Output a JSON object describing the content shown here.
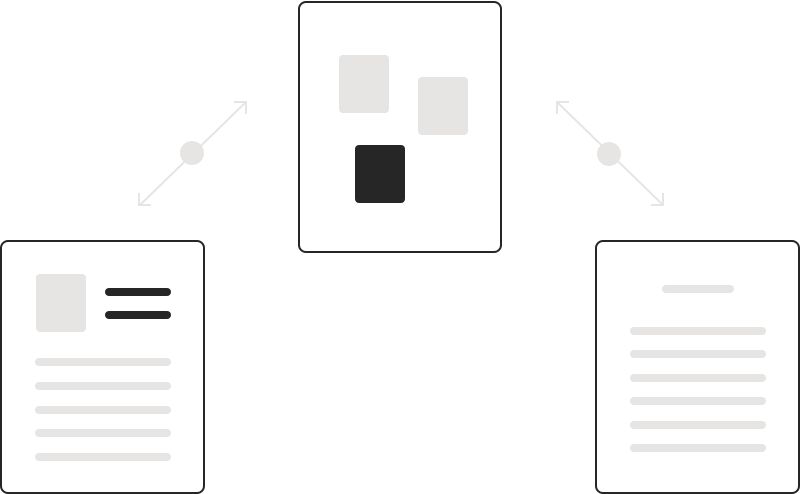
{
  "colors": {
    "outline": "#262626",
    "placeholder": "#e6e5e3",
    "accent": "#262626",
    "connector": "#e6e5e3"
  },
  "cards": [
    {
      "id": "center",
      "kind": "block-grid",
      "blocks": [
        "placeholder",
        "placeholder",
        "accent"
      ]
    },
    {
      "id": "left",
      "kind": "image-heading-text",
      "heading_lines": 2,
      "text_lines": 5
    },
    {
      "id": "right",
      "kind": "title-text",
      "title_lines": 1,
      "text_lines": 6
    }
  ],
  "connectors": [
    {
      "from": "left",
      "to": "center",
      "arrows": "both",
      "has_node": true
    },
    {
      "from": "center",
      "to": "right",
      "arrows": "both",
      "has_node": true
    }
  ]
}
